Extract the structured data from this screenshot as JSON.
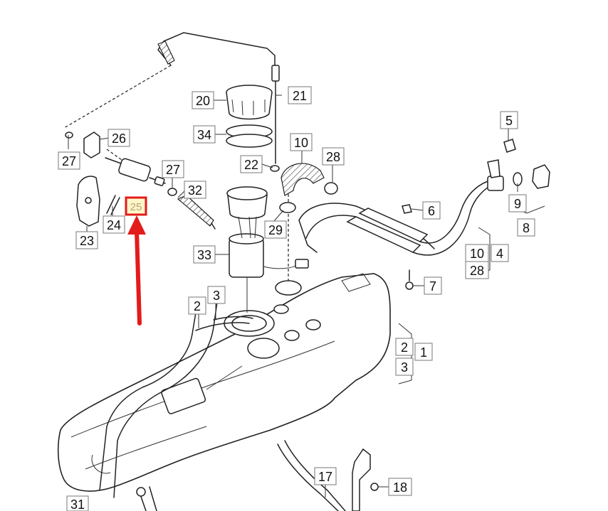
{
  "labels": {
    "l1": "1",
    "l2a": "2",
    "l2b": "2",
    "l3a": "3",
    "l3b": "3",
    "l4": "4",
    "l5": "5",
    "l6": "6",
    "l7": "7",
    "l8": "8",
    "l9": "9",
    "l10a": "10",
    "l10b": "10",
    "l17": "17",
    "l18": "18",
    "l20": "20",
    "l21": "21",
    "l22": "22",
    "l23": "23",
    "l24": "24",
    "l25": "25",
    "l26": "26",
    "l27a": "27",
    "l27b": "27",
    "l28a": "28",
    "l28b": "28",
    "l29": "29",
    "l31": "31",
    "l32": "32",
    "l33": "33",
    "l34": "34"
  },
  "highlight": {
    "part": "25",
    "color": "#e31b1b"
  }
}
